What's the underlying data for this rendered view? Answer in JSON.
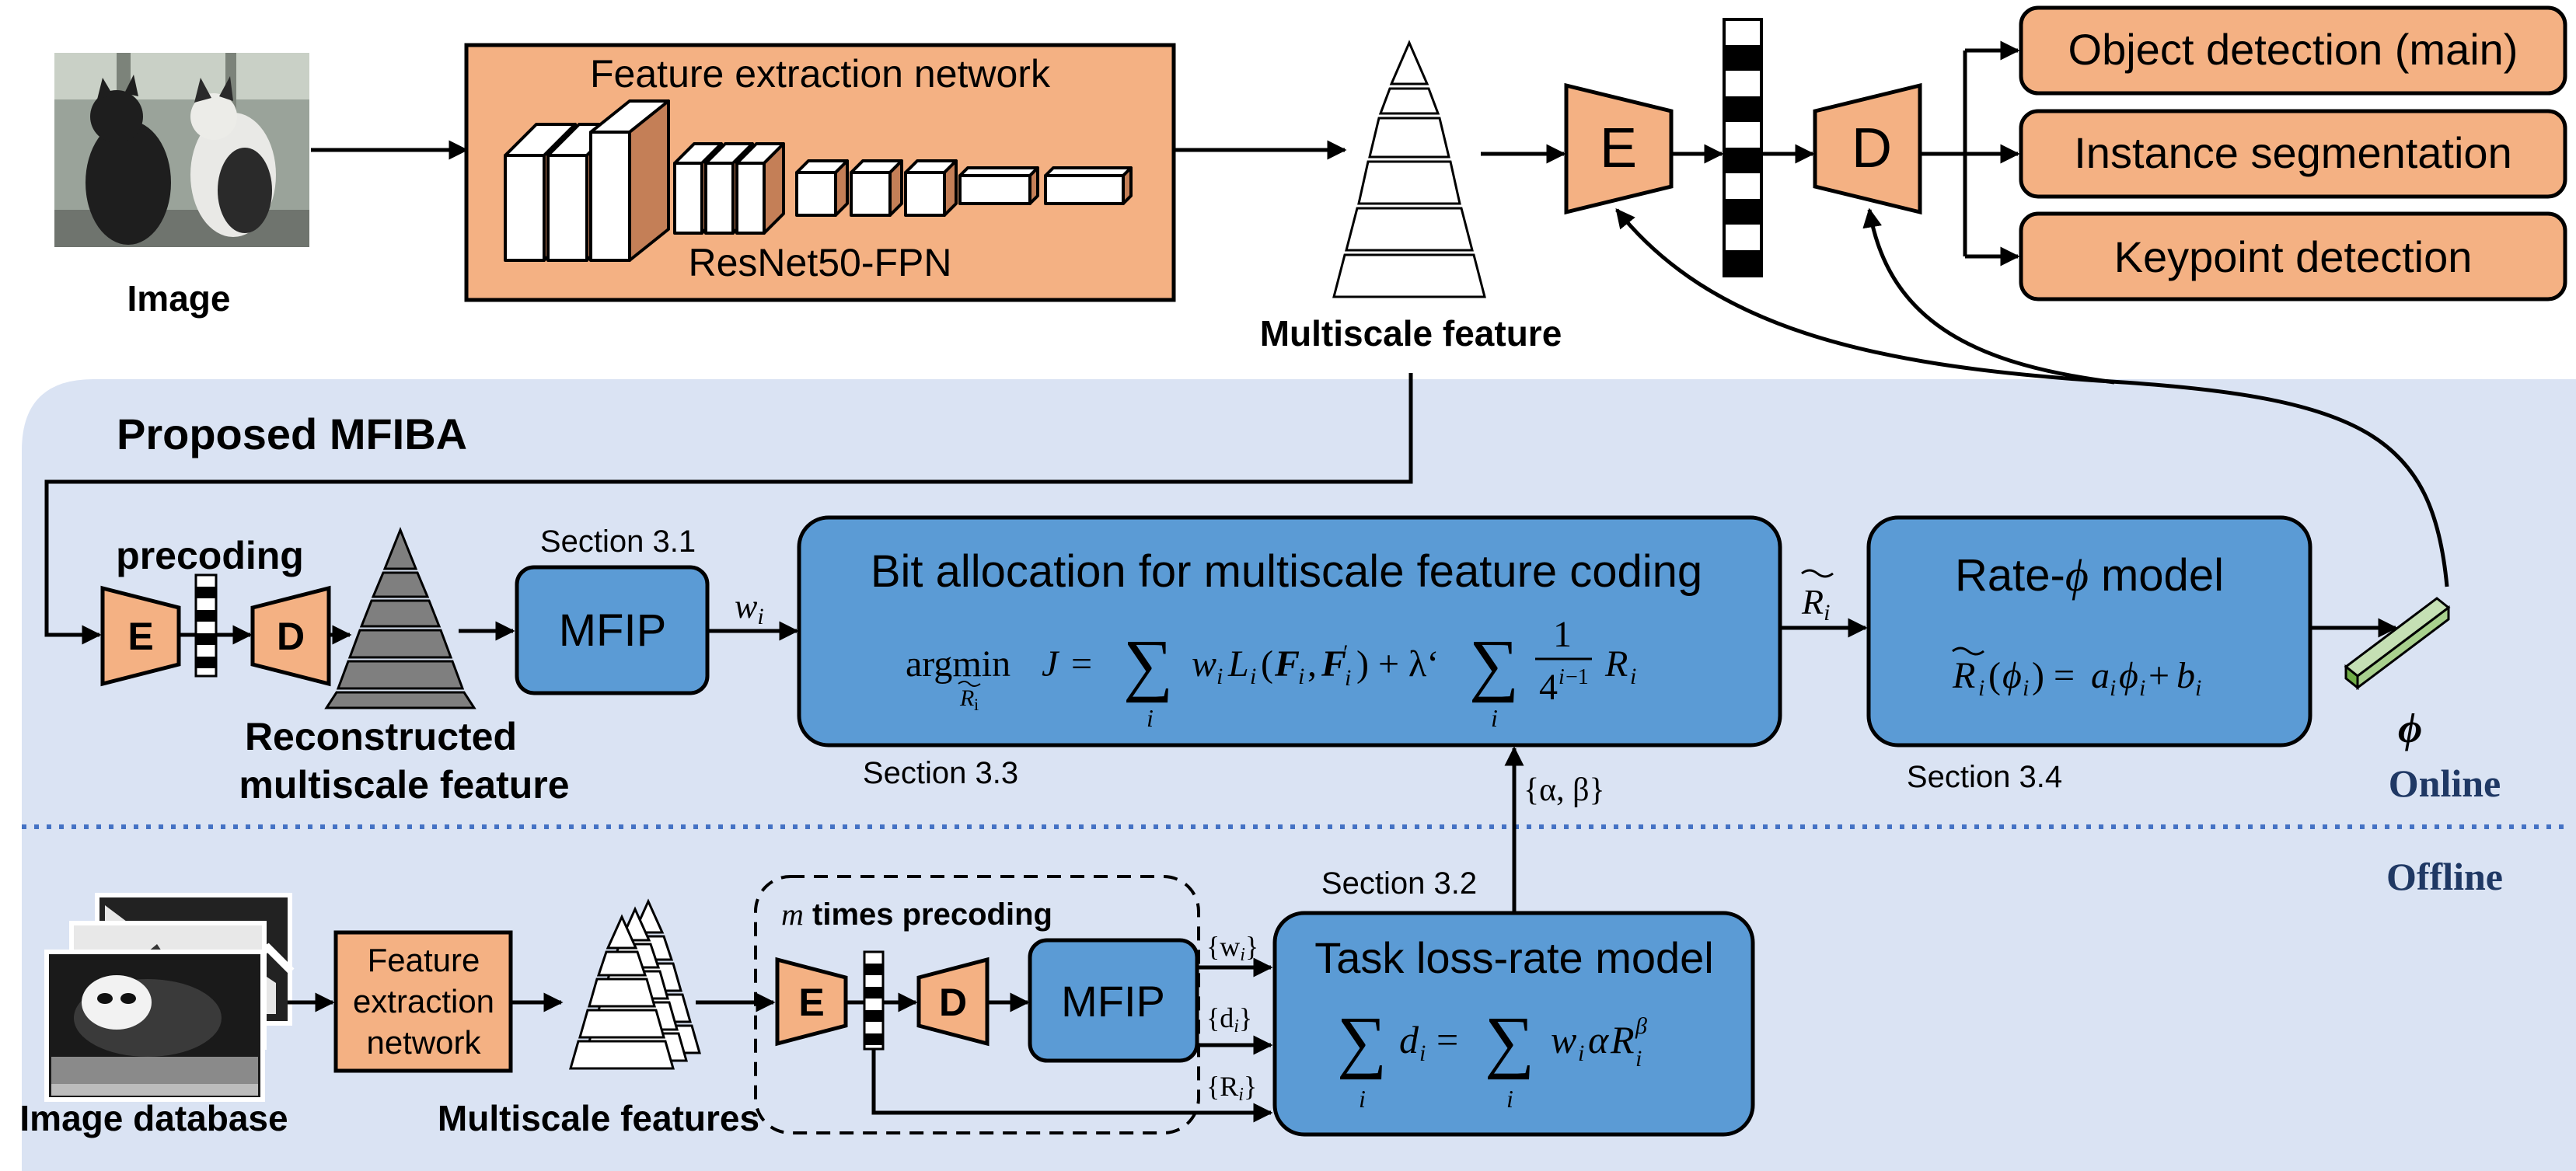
{
  "top": {
    "image_label": "Image",
    "fen_title": "Feature extraction network",
    "fen_backbone": "ResNet50-FPN",
    "multiscale_label": "Multiscale feature",
    "encoder_letter": "E",
    "decoder_letter": "D",
    "tasks": [
      "Object detection (main)",
      "Instance segmentation",
      "Keypoint detection"
    ]
  },
  "proposed": {
    "title": "Proposed MFIBA",
    "precoding_label": "precoding",
    "encoder_letter": "E",
    "decoder_letter": "D",
    "recon_line1": "Reconstructed",
    "recon_line2": "multiscale feature",
    "mfip_section": "Section 3.1",
    "mfip_label": "MFIP",
    "wi_label": "w",
    "wi_sub": "i",
    "bit_alloc_title": "Bit allocation for multiscale feature  coding",
    "bit_alloc_section": "Section 3.3",
    "ri_label": "R",
    "ri_sub": "i",
    "rate_title_pre": "Rate-",
    "rate_title_sym": "ϕ",
    "rate_title_post": " model",
    "rate_section": "Section 3.4",
    "phi_label": "ϕ",
    "alpha_beta": "{α, β}",
    "online": "Online",
    "offline": "Offline"
  },
  "offline": {
    "db_label": "Image database",
    "fen_line1": "Feature",
    "fen_line2": "extraction",
    "fen_line3": "network",
    "features_label": "Multiscale features",
    "m_symbol": "m",
    "m_text": " times precoding",
    "encoder_letter": "E",
    "decoder_letter": "D",
    "mfip_label": "MFIP",
    "wi_set": "{w",
    "di_set": "{d",
    "ri_set": "{R",
    "set_sub": "i",
    "set_close": "}",
    "tlr_section": "Section 3.2",
    "tlr_title": "Task loss-rate model"
  },
  "colors": {
    "orange": "#f4b183",
    "blue": "#5b9bd5",
    "panel": "#dae3f3",
    "online_text": "#1f3864",
    "dotted_line": "#4472c4",
    "green": "#a9d18e"
  }
}
